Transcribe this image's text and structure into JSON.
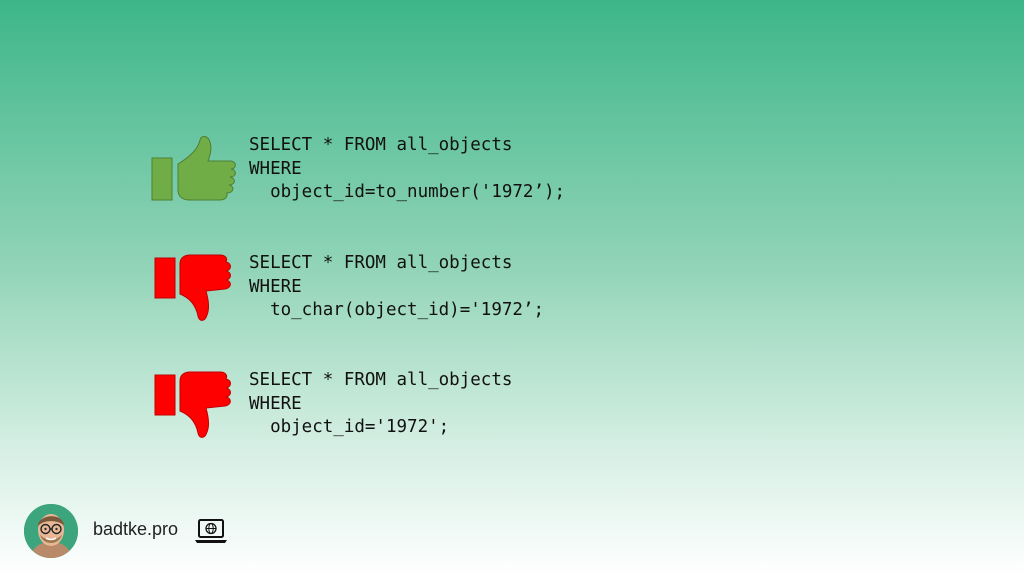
{
  "examples": [
    {
      "verdict": "good",
      "icon": "thumbs-up-icon",
      "color": "#70ad47",
      "lines": [
        "SELECT * FROM all_objects",
        "WHERE",
        "  object_id=to_number('1972’);"
      ]
    },
    {
      "verdict": "bad",
      "icon": "thumbs-down-icon",
      "color": "#ff0000",
      "lines": [
        "SELECT * FROM all_objects",
        "WHERE",
        "  to_char(object_id)='1972’;"
      ]
    },
    {
      "verdict": "bad",
      "icon": "thumbs-down-icon",
      "color": "#ff0000",
      "lines": [
        "SELECT * FROM all_objects",
        "WHERE",
        "  object_id='1972';"
      ]
    }
  ],
  "footer": {
    "site": "badtke.pro",
    "icon": "laptop-globe-icon"
  }
}
